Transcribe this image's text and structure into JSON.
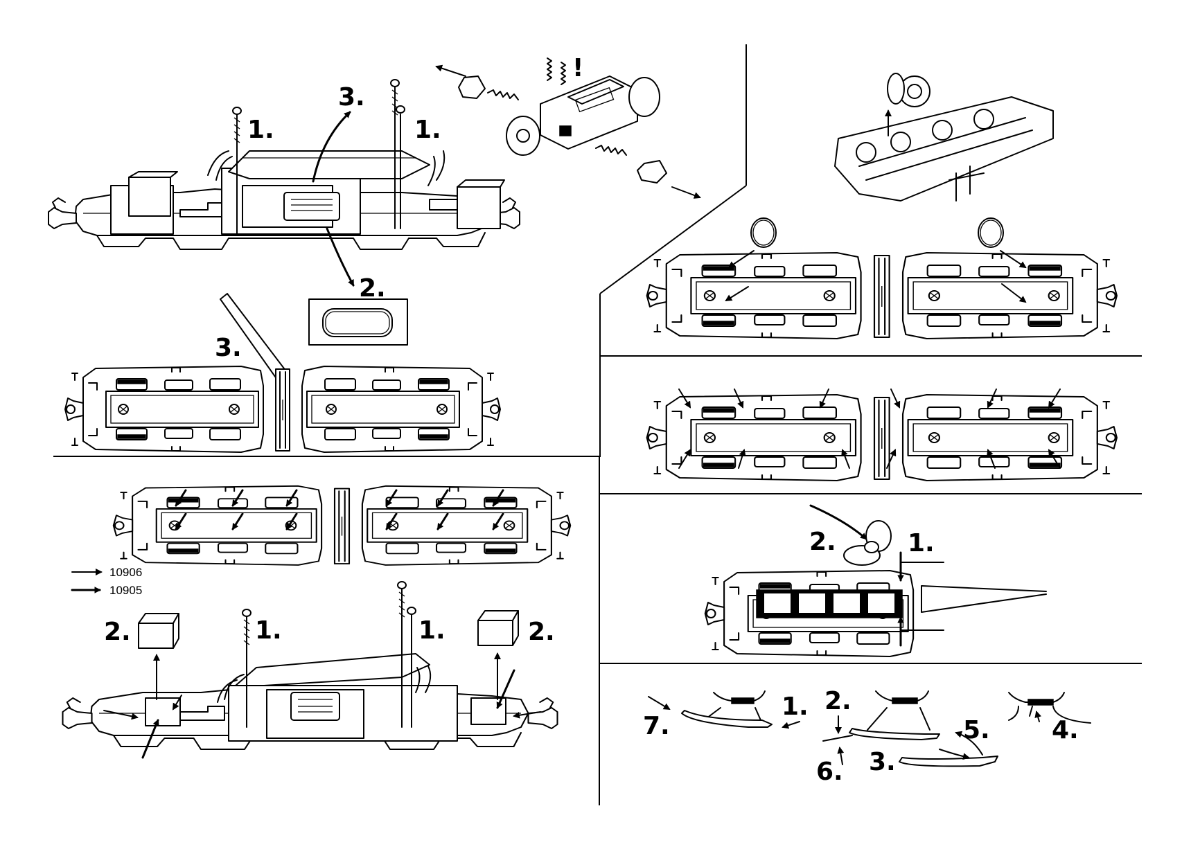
{
  "labels": {
    "s1": "1.",
    "s2": "2.",
    "s3": "3.",
    "s4": "4.",
    "s5": "5.",
    "s6": "6.",
    "s7": "7.",
    "warn": "!"
  },
  "legend": {
    "thin_code": "10906",
    "thick_code": "10905"
  },
  "colors": {
    "ink": "#000000",
    "paper": "#ffffff"
  }
}
